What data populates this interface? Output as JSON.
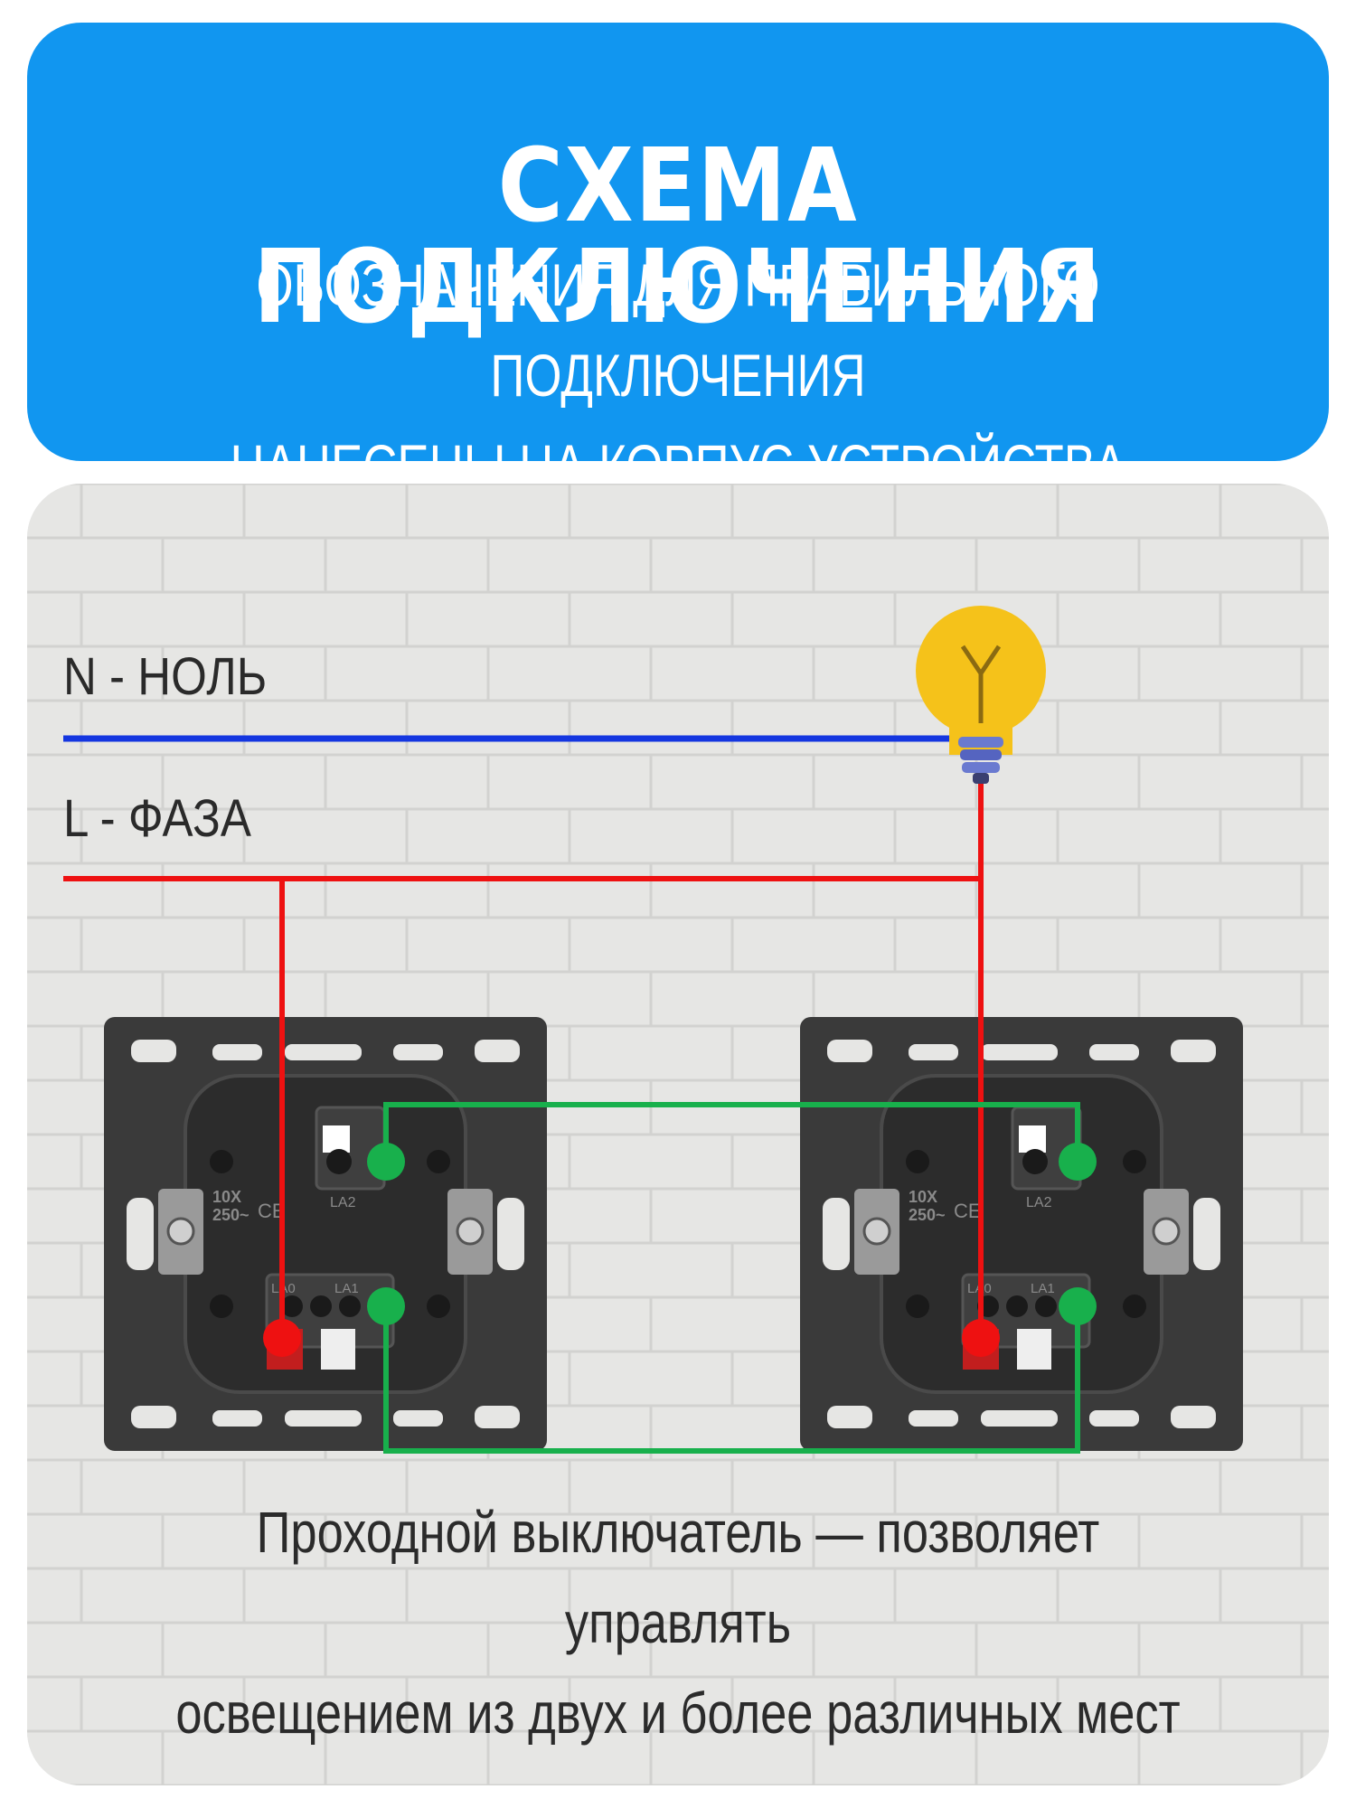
{
  "header": {
    "title": "СХЕМА ПОДКЛЮЧЕНИЯ",
    "subtitle_line1": "ОБОЗНАЧЕНИЯ ДЛЯ ПРАВИЛЬНОГО ПОДКЛЮЧЕНИЯ",
    "subtitle_line2": "НАНЕСЕНЫ НА КОРПУС УСТРОЙСТВА"
  },
  "wires": {
    "neutral_label": "N - НОЛЬ",
    "phase_label": "L - ФАЗА",
    "neutral_color": "#1436e0",
    "phase_color": "#ee1111",
    "traveler_color": "#18b04c"
  },
  "switch_markings": {
    "rating_top": "10X",
    "rating_bottom": "250~",
    "cert": "CE",
    "terminal_common": "LA0",
    "terminal_a": "LA1",
    "terminal_b": "LA2"
  },
  "caption": {
    "line1": "Проходной выключатель —  позволяет управлять",
    "line2": "освещением из двух и более различных мест"
  },
  "icons": [
    "light-bulb-icon",
    "switch-mechanism-icon"
  ]
}
